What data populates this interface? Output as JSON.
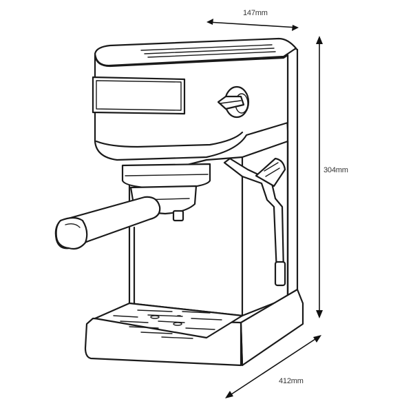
{
  "dimensions": {
    "width": "147mm",
    "height": "304mm",
    "depth": "412mm"
  },
  "icons": {
    "machine": "espresso-machine-illustration"
  },
  "colors": {
    "line": "#1a1a1a",
    "background": "#ffffff"
  }
}
